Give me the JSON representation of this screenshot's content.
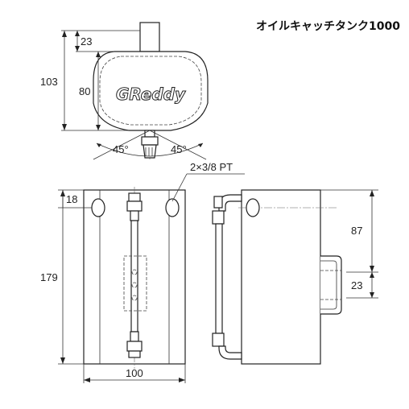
{
  "title": "オイルキャッチタンク1000",
  "brand_logo_text": "GReddy",
  "dimensions": {
    "d23_top": "23",
    "d103": "103",
    "d80": "80",
    "angle_left": "45°",
    "angle_right": "45°",
    "port_note": "2×3/8 PT",
    "d18": "18",
    "d179": "179",
    "d100": "100",
    "d87": "87",
    "d23_side": "23"
  }
}
